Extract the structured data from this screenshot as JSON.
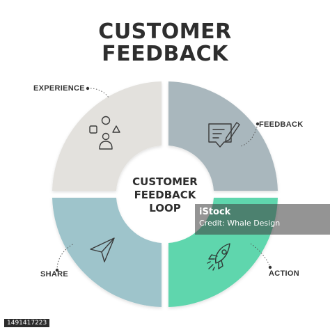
{
  "title": {
    "line1": "CUSTOMER",
    "line2": "FEEDBACK"
  },
  "center": {
    "line1": "CUSTOMER",
    "line2": "FEEDBACK",
    "line3": "LOOP"
  },
  "segments": [
    {
      "label": "EXPERIENCE",
      "icon": "customer-options-icon",
      "color": "#e3e1dd"
    },
    {
      "label": "FEEDBACK",
      "icon": "feedback-form-pen-icon",
      "color": "#a9b7bd"
    },
    {
      "label": "ACTION",
      "icon": "rocket-icon",
      "color": "#5ed6ad"
    },
    {
      "label": "SHARE",
      "icon": "paper-plane-icon",
      "color": "#9ec4cb"
    }
  ],
  "watermark": {
    "brand": "iStock",
    "credit": "Credit: Whale Design"
  },
  "photo_id": "1491417223"
}
